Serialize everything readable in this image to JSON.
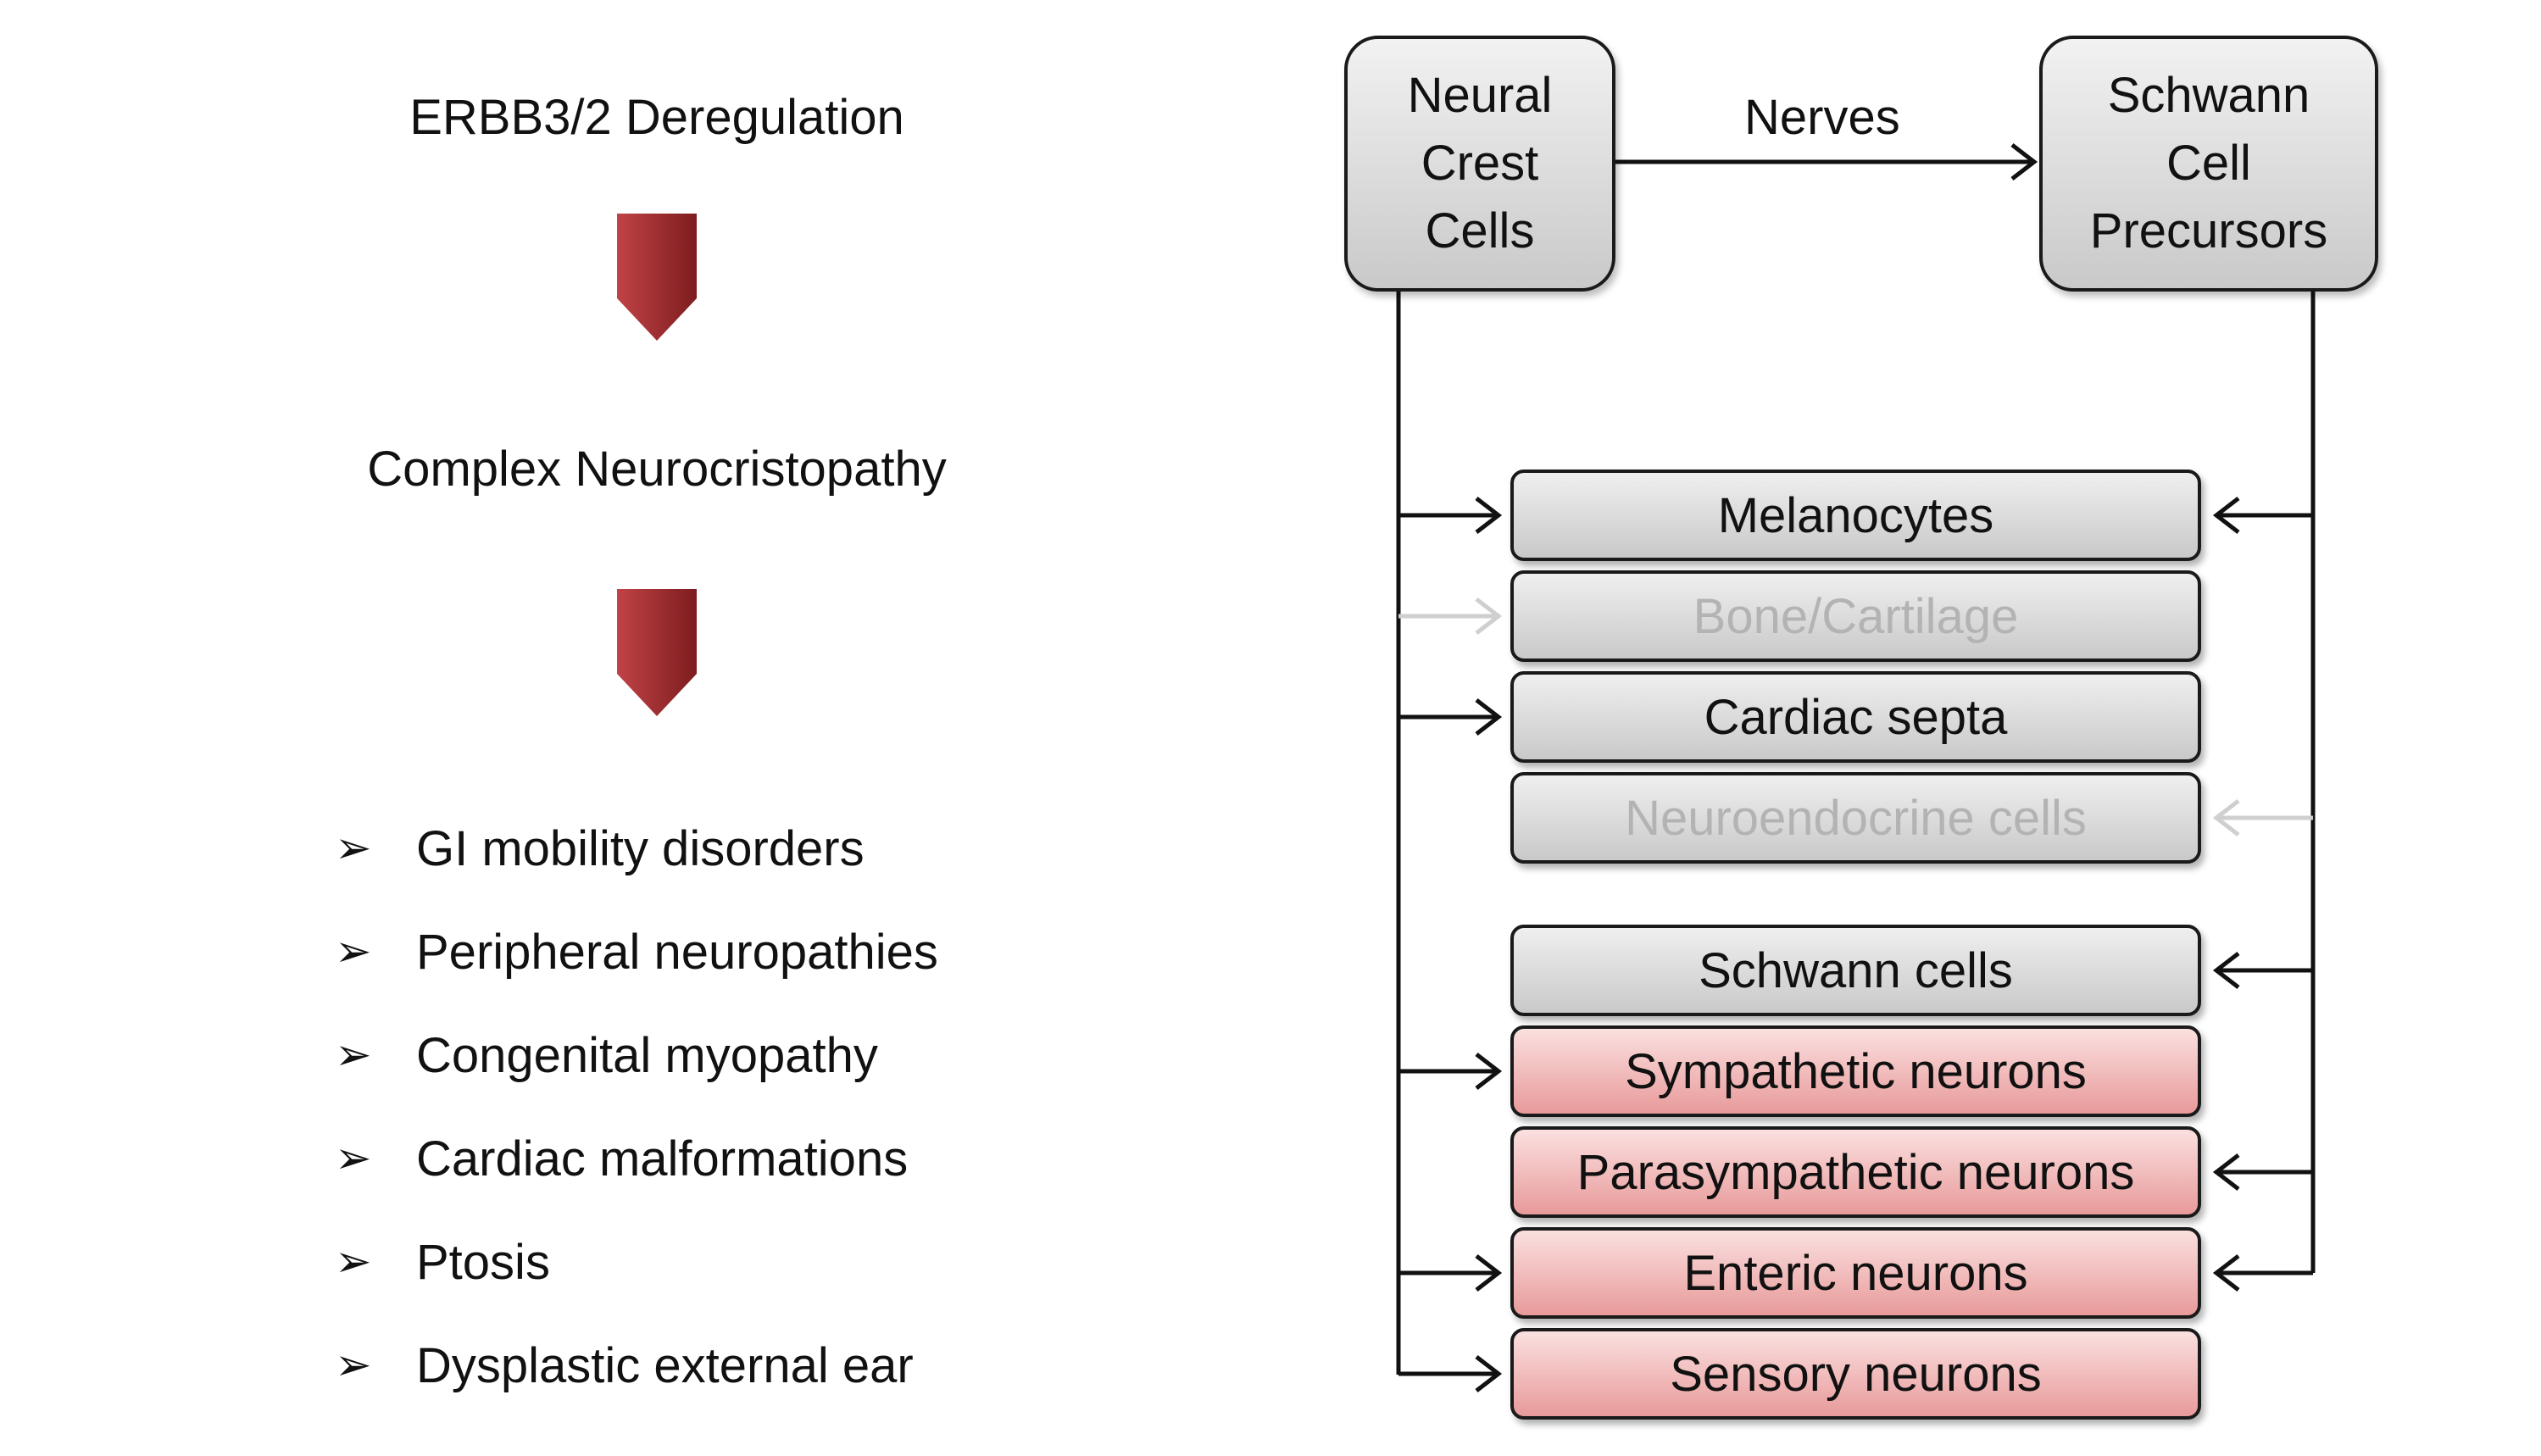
{
  "left": {
    "title": "ERBB3/2 Deregulation",
    "subtitle": "Complex Neurocristopathy",
    "bullet_glyph": "➢",
    "bullets": [
      "GI mobility disorders",
      "Peripheral neuropathies",
      "Congenital myopathy",
      "Cardiac malformations",
      "Ptosis",
      "Dysplastic external ear"
    ],
    "arrow_color": "#b02a2e"
  },
  "diagram": {
    "source_a": "Neural\nCrest\nCells",
    "source_b": "Schwann\nCell\nPrecursors",
    "edge_label": "Nerves",
    "targets": [
      {
        "label": "Melanocytes",
        "style": "grey",
        "faded": false,
        "from_a": "solid",
        "from_b": "solid"
      },
      {
        "label": "Bone/Cartilage",
        "style": "grey",
        "faded": true,
        "from_a": "faded",
        "from_b": "none"
      },
      {
        "label": "Cardiac septa",
        "style": "grey",
        "faded": false,
        "from_a": "solid",
        "from_b": "none"
      },
      {
        "label": "Neuroendocrine cells",
        "style": "grey",
        "faded": true,
        "from_a": "none",
        "from_b": "faded"
      },
      {
        "label": "Schwann cells",
        "style": "grey",
        "faded": false,
        "from_a": "none",
        "from_b": "solid"
      },
      {
        "label": "Sympathetic neurons",
        "style": "pink",
        "faded": false,
        "from_a": "solid",
        "from_b": "none"
      },
      {
        "label": "Parasympathetic neurons",
        "style": "pink",
        "faded": false,
        "from_a": "none",
        "from_b": "solid"
      },
      {
        "label": "Enteric neurons",
        "style": "pink",
        "faded": false,
        "from_a": "solid",
        "from_b": "solid"
      },
      {
        "label": "Sensory neurons",
        "style": "pink",
        "faded": false,
        "from_a": "solid",
        "from_b": "none"
      }
    ],
    "colors": {
      "grey_box": "#d9d9d9",
      "pink_box": "#f2b8b8",
      "faded_text": "#b3b3b3"
    }
  }
}
